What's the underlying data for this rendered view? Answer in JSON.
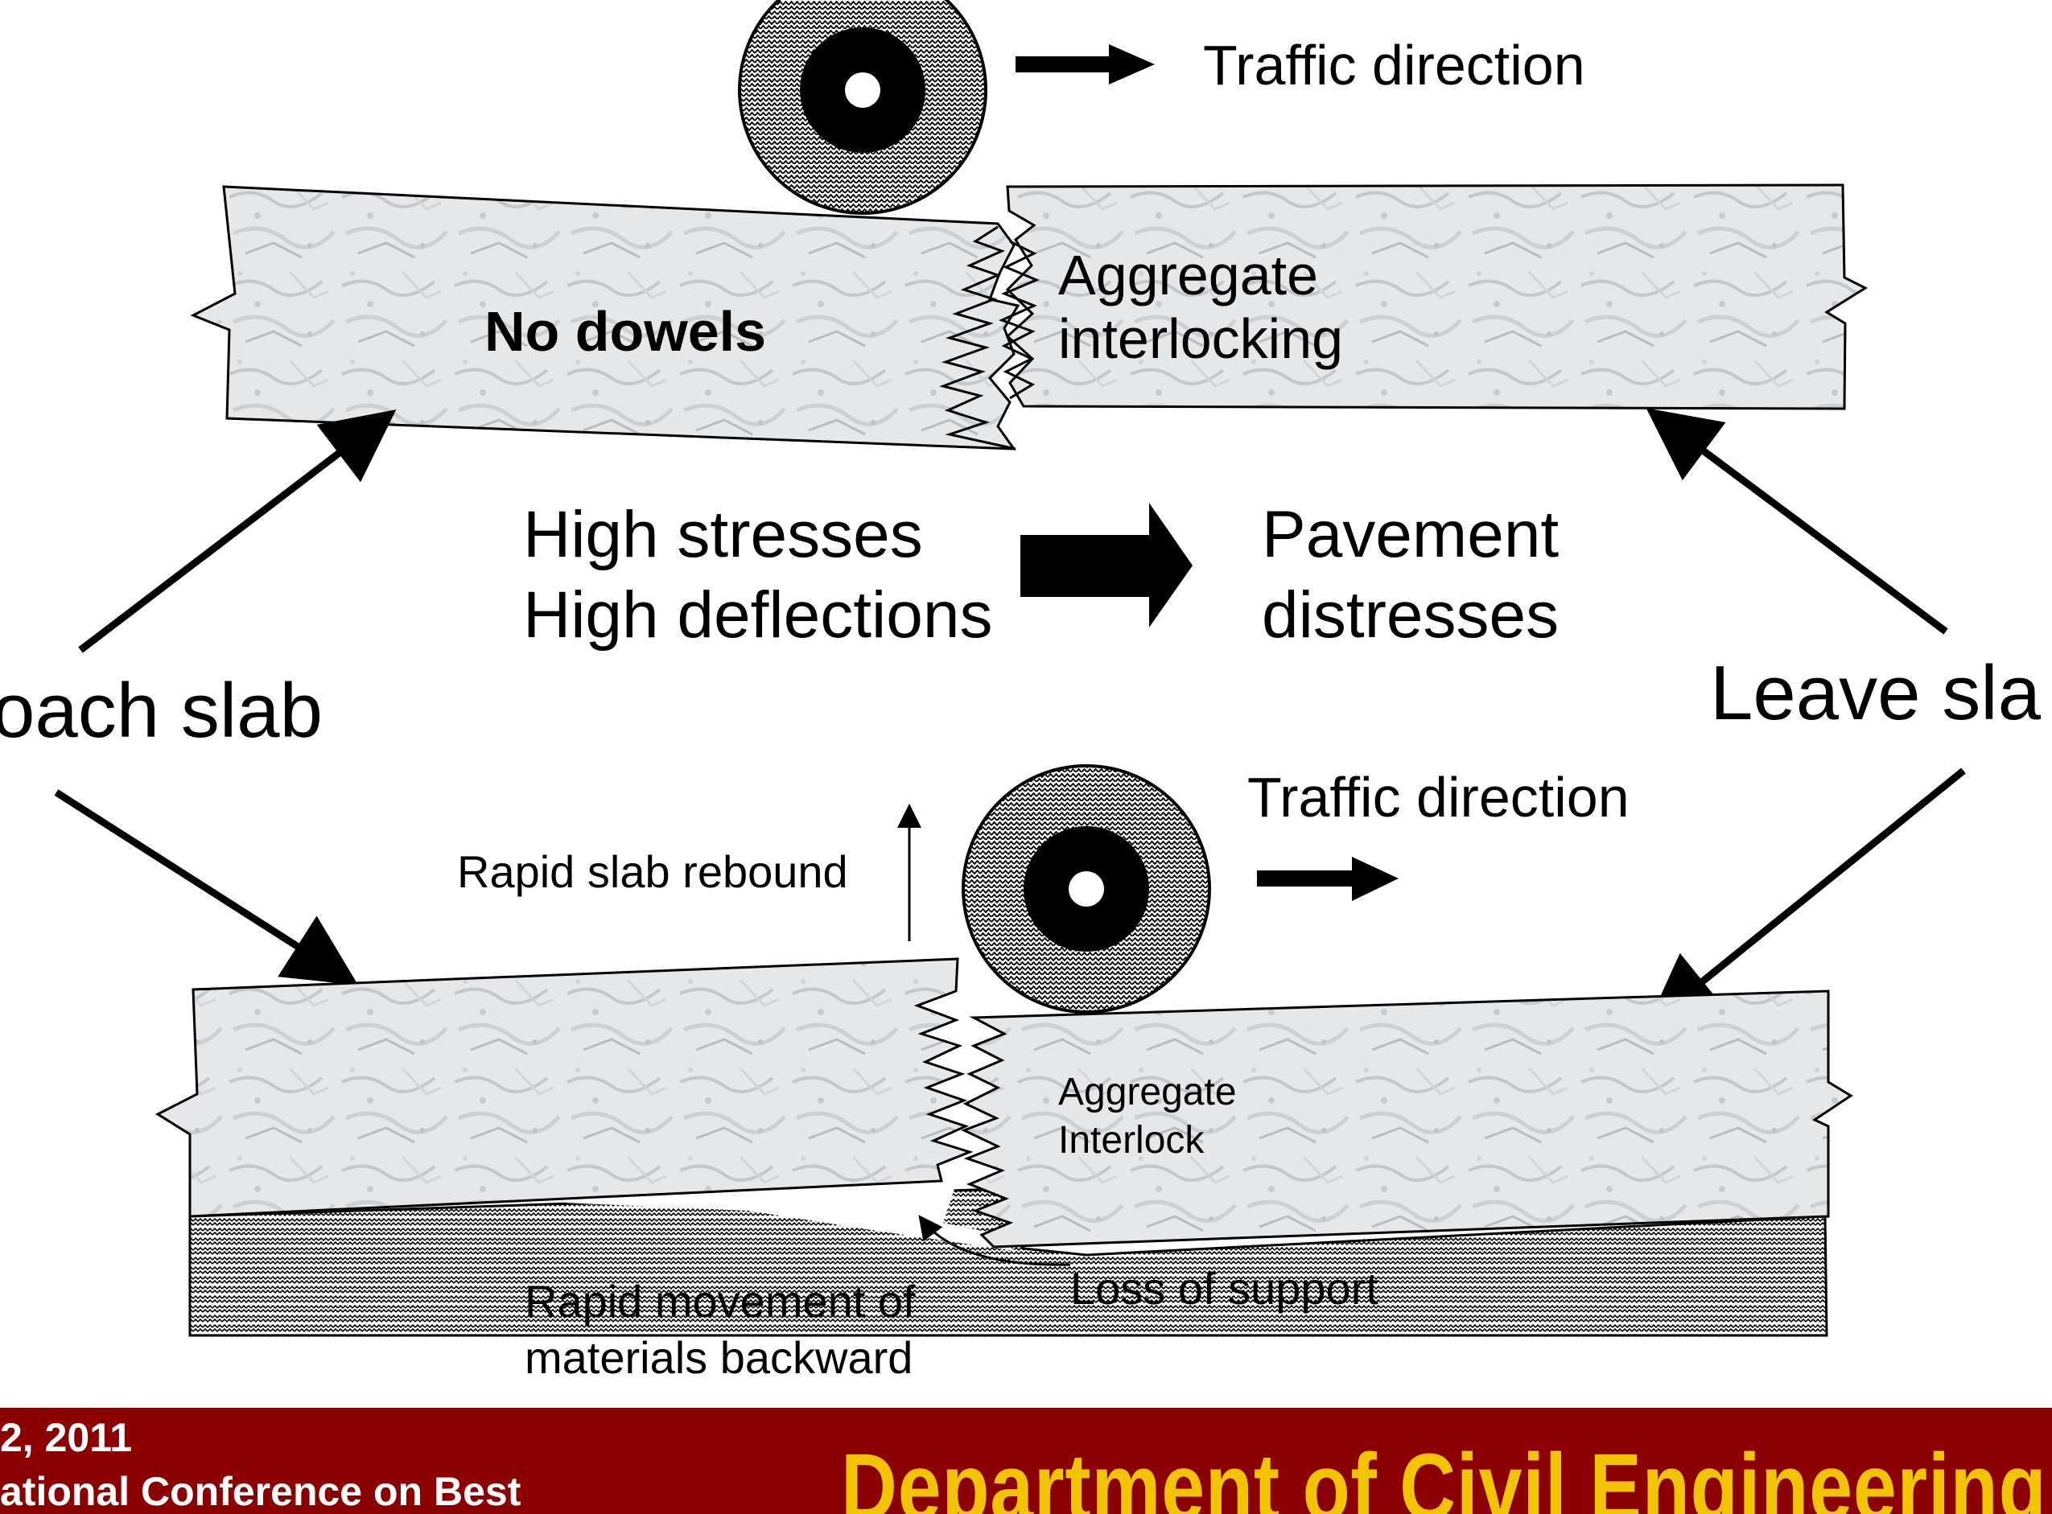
{
  "top_diagram": {
    "traffic_direction": "Traffic direction",
    "no_dowels": "No dowels",
    "aggregate_line1": "Aggregate",
    "aggregate_line2": "interlocking"
  },
  "middle": {
    "cause_line1": "High stresses",
    "cause_line2": "High deflections",
    "effect_line1": "Pavement",
    "effect_line2": "distresses",
    "approach_slab": "oach slab",
    "leave_slab": "Leave sla"
  },
  "bottom_diagram": {
    "traffic_direction": "Traffic direction",
    "rapid_slab_rebound": "Rapid slab rebound",
    "aggregate_line1": "Aggregate",
    "aggregate_line2": "Interlock",
    "rapid_movement_line1": "Rapid movement of",
    "rapid_movement_line2": "materials backward",
    "loss_of_support": "Loss of support"
  },
  "footer": {
    "date": "2, 2011",
    "conference": "ational Conference on Best",
    "department": "Department of Civil Engineering"
  },
  "colors": {
    "footer_bg": "#8b0000",
    "footer_text": "#ffffff",
    "department_text": "#f2c400",
    "slab_fill": "#e4e6e8"
  }
}
